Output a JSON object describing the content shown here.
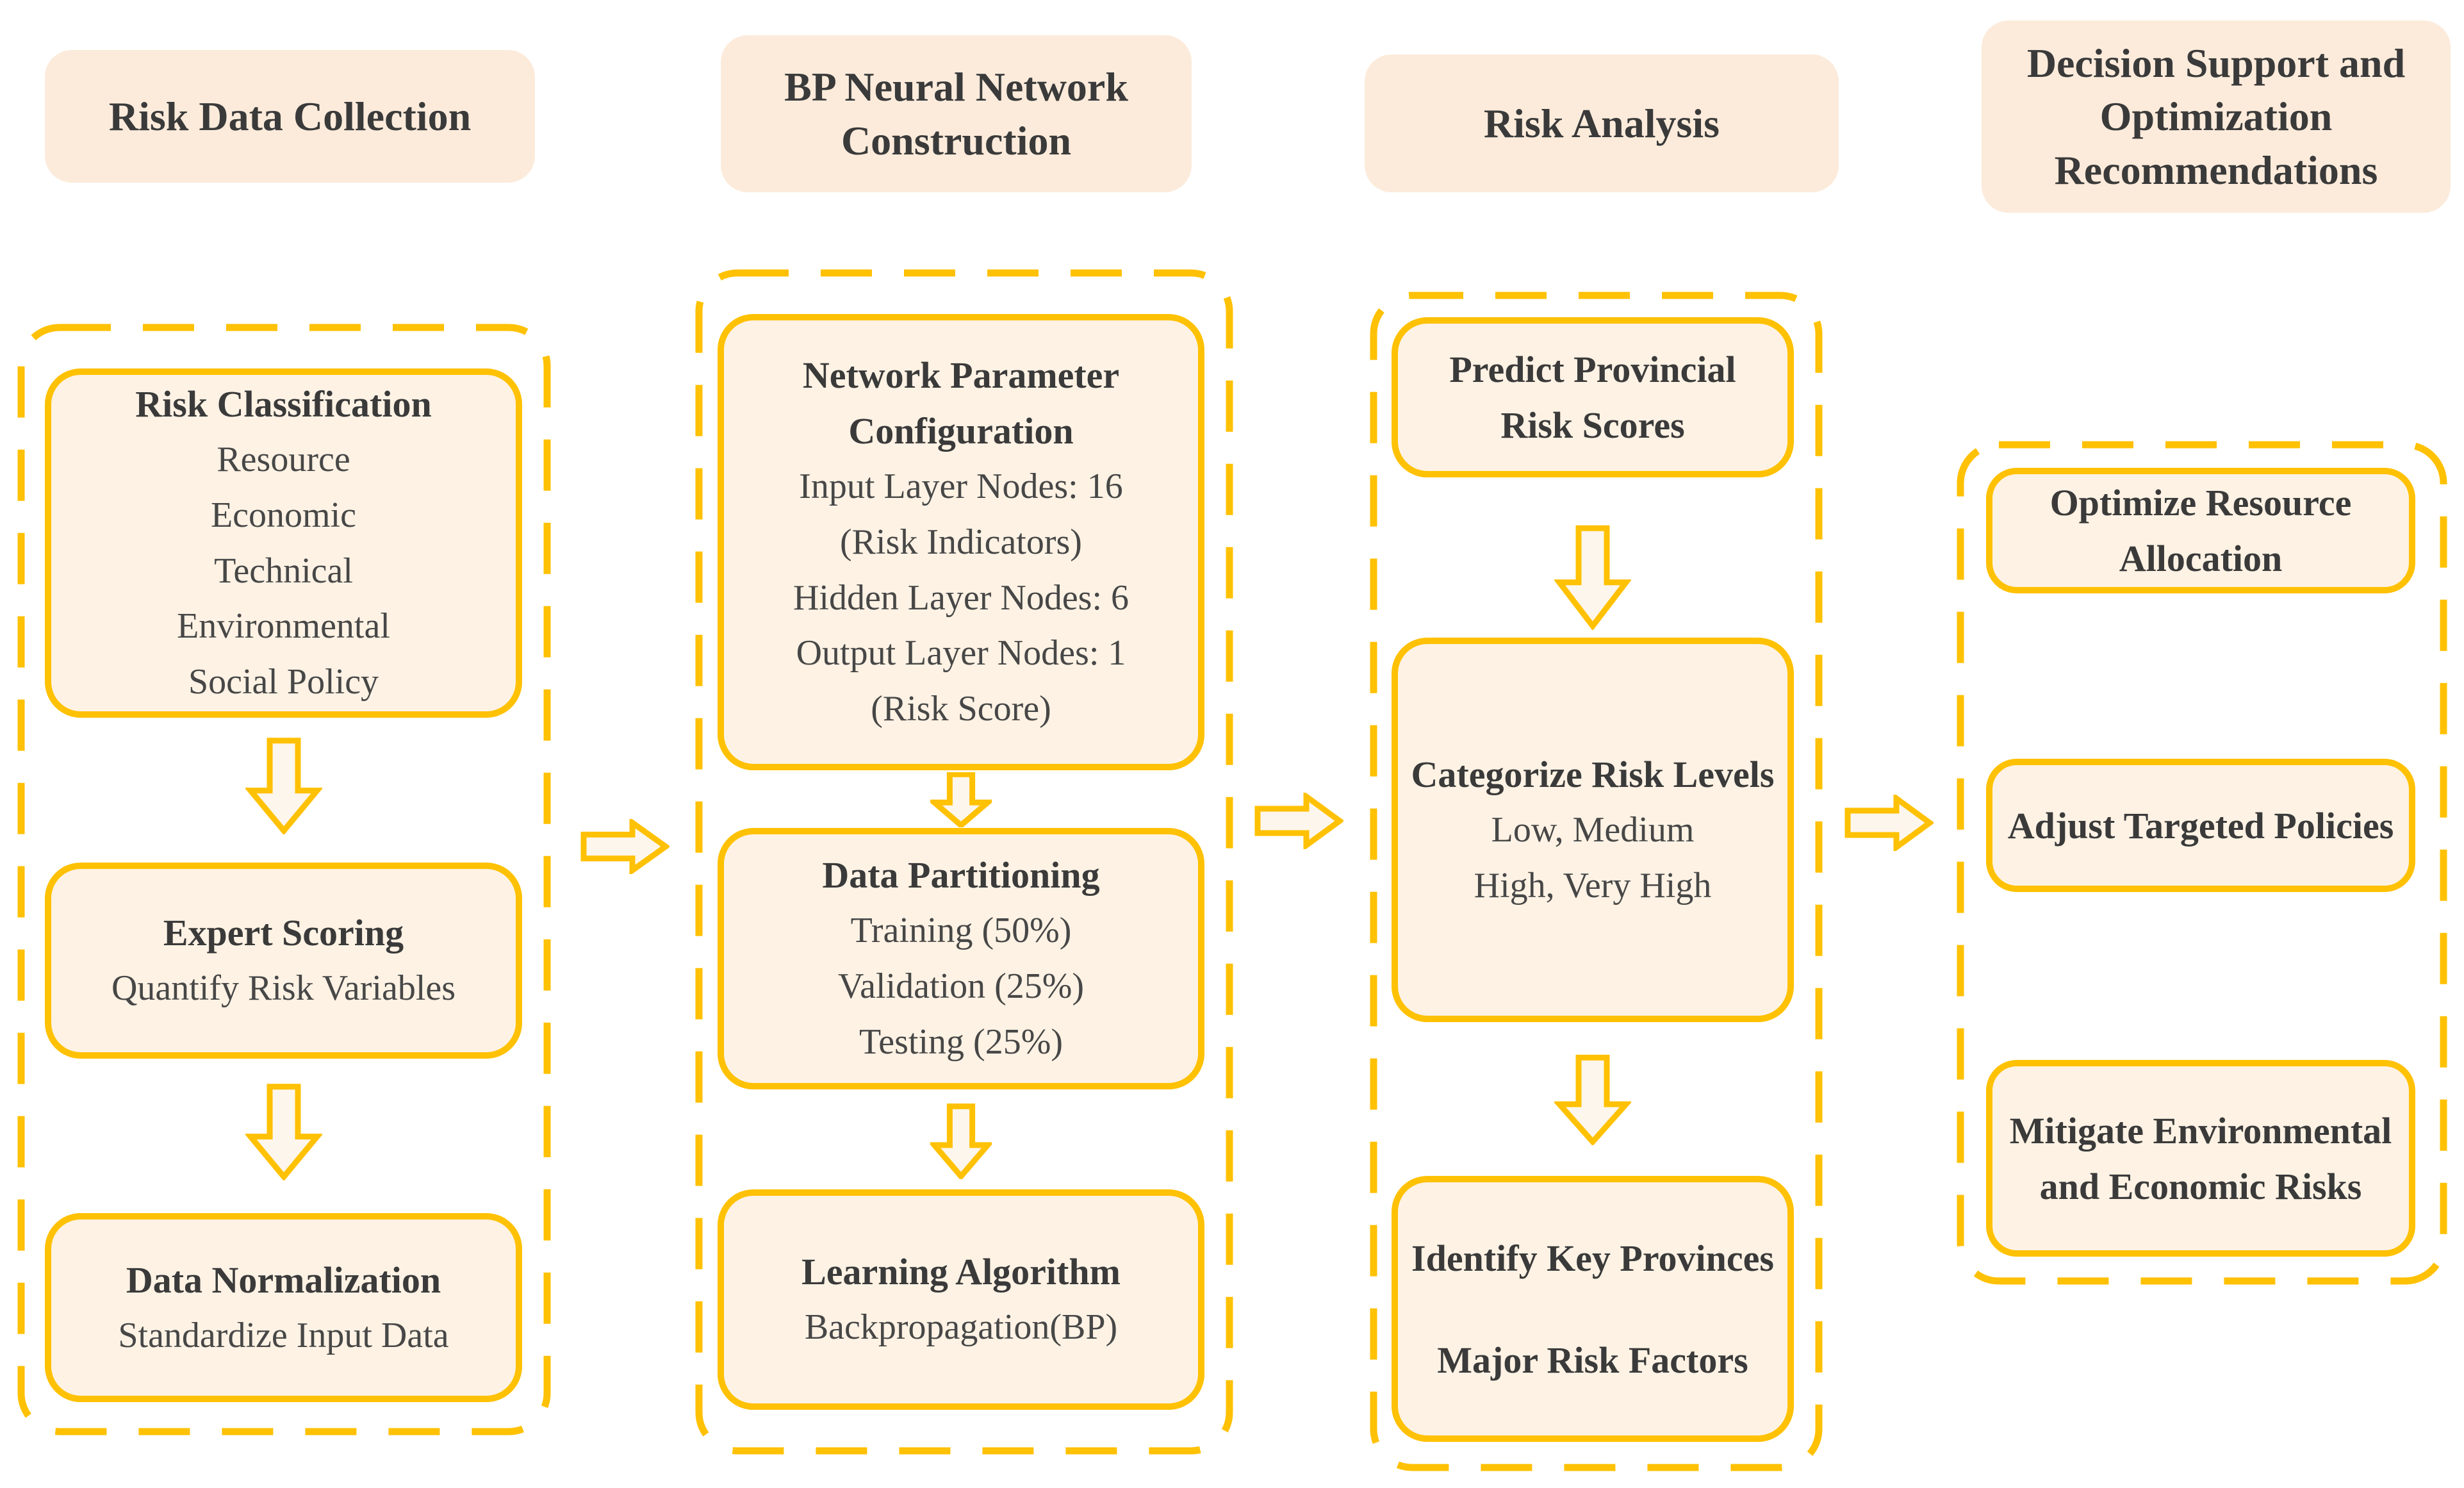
{
  "colors": {
    "accent_gold": "#FFC103",
    "box_fill": "#FDF2E4",
    "header_fill": "#FCEBDB",
    "arrow_fill": "#FDF6EC",
    "title_text": "#3A3A3A",
    "body_text": "#474747"
  },
  "columns": [
    {
      "header": "Risk Data Collection",
      "boxes": [
        {
          "title": "Risk Classification",
          "lines": [
            "Resource",
            "Economic",
            "Technical",
            "Environmental",
            "Social Policy"
          ]
        },
        {
          "title": "Expert Scoring",
          "lines": [
            "Quantify Risk Variables"
          ]
        },
        {
          "title": "Data Normalization",
          "lines": [
            "Standardize Input Data"
          ]
        }
      ]
    },
    {
      "header": "BP Neural Network Construction",
      "boxes": [
        {
          "title": "Network Parameter Configuration",
          "lines": [
            "Input Layer Nodes: 16",
            "(Risk Indicators)",
            "Hidden Layer Nodes: 6",
            "Output Layer Nodes: 1",
            "(Risk Score)"
          ]
        },
        {
          "title": "Data Partitioning",
          "lines": [
            "Training (50%)",
            "Validation (25%)",
            "Testing (25%)"
          ]
        },
        {
          "title": "Learning Algorithm",
          "lines": [
            "Backpropagation(BP)"
          ]
        }
      ]
    },
    {
      "header": "Risk Analysis",
      "boxes": [
        {
          "title": "Predict Provincial Risk Scores",
          "lines": []
        },
        {
          "title": "Categorize Risk Levels",
          "lines": [
            "Low, Medium",
            "High, Very High"
          ]
        },
        {
          "title": "Identify Key Provinces",
          "title2": "Major Risk Factors",
          "lines": []
        }
      ]
    },
    {
      "header": "Decision Support and Optimization Recommendations",
      "boxes": [
        {
          "title": "Optimize Resource Allocation",
          "lines": []
        },
        {
          "title": "Adjust Targeted Policies",
          "lines": []
        },
        {
          "title": "Mitigate Environmental and Economic Risks",
          "lines": []
        }
      ]
    }
  ]
}
